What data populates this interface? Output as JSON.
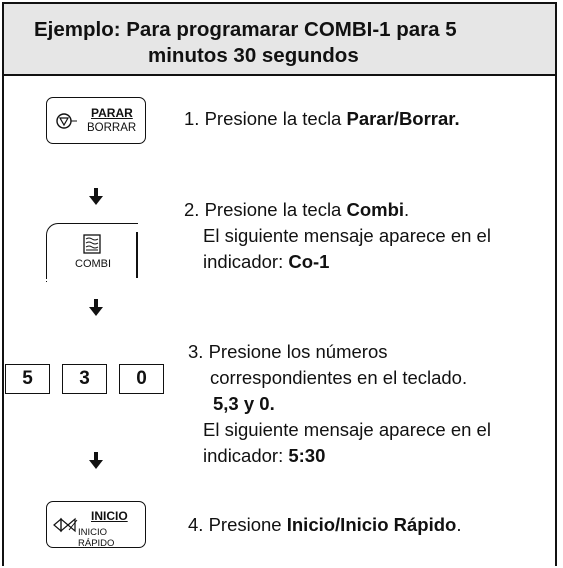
{
  "header": {
    "line1": "Ejemplo: Para programarar COMBI-1 para 5",
    "line2": "minutos 30 segundos"
  },
  "keys": {
    "stop": {
      "top": "PARAR",
      "bottom": "BORRAR",
      "icon": "stop-symbol-icon"
    },
    "combi": {
      "label": "COMBI",
      "icon": "wave-grill-icon"
    },
    "numbers": [
      "5",
      "3",
      "0"
    ],
    "start": {
      "top": "INICIO",
      "bottom": "INICIO RÁPIDO",
      "icon": "start-symbol-icon"
    }
  },
  "steps": {
    "s1": {
      "prefix": "1. Presione la tecla ",
      "bold": "Parar/Borrar."
    },
    "s2": {
      "prefix": "2. Presione la tecla ",
      "bold": "Combi",
      "suffix": ".",
      "l2": "El siguiente mensaje aparece en el",
      "l3_prefix": "indicador: ",
      "l3_bold": "Co-1"
    },
    "s3": {
      "l1": "3. Presione los números",
      "l2": "correspondientes en el teclado.",
      "l3_bold": "5,3 y 0.",
      "l4": "El siguiente mensaje aparece en el",
      "l5_prefix": "indicador: ",
      "l5_bold": "5:30"
    },
    "s4": {
      "prefix": "4. Presione ",
      "bold": "Inicio/Inicio Rápido",
      "suffix": "."
    }
  }
}
